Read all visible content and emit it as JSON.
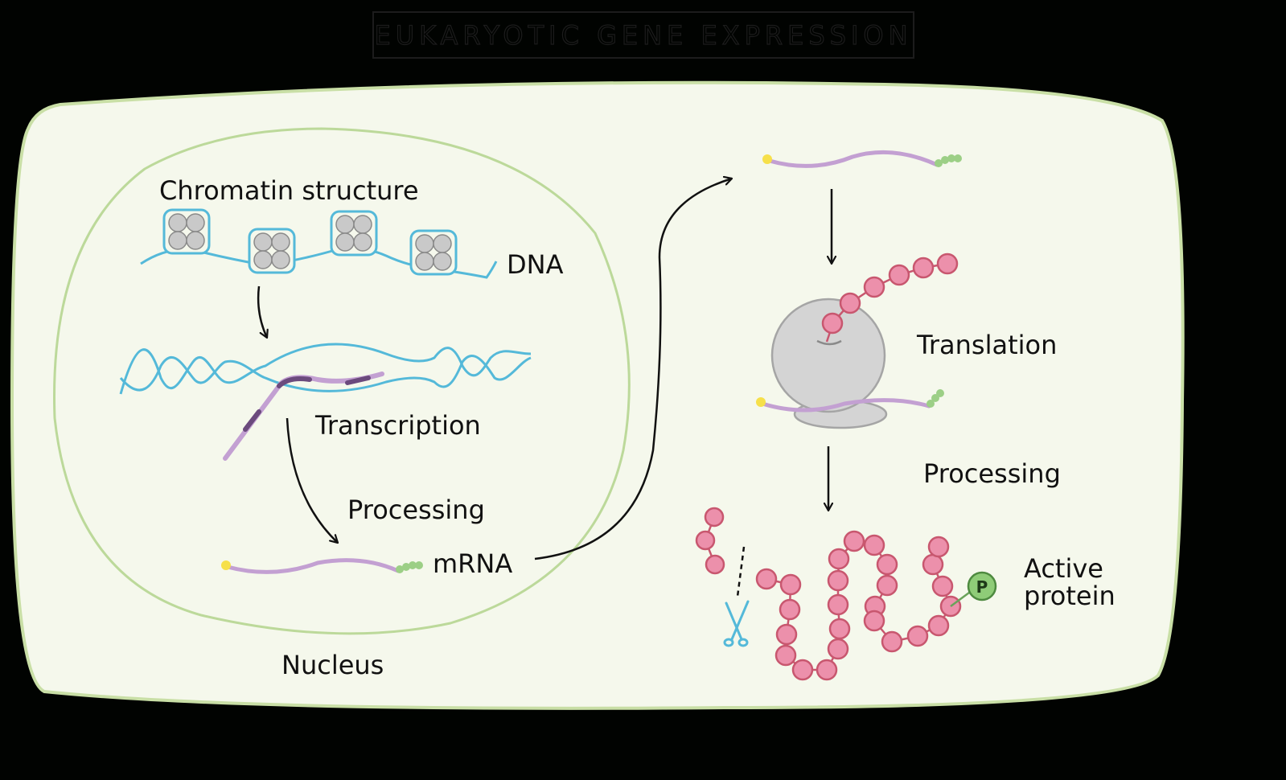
{
  "title": "EUKARYOTIC GENE EXPRESSION",
  "labels": {
    "chromatin_structure": "Chromatin structure",
    "dna": "DNA",
    "transcription": "Transcription",
    "processing_nucleus": "Processing",
    "mrna": "mRNA",
    "nucleus": "Nucleus",
    "translation": "Translation",
    "processing_cytoplasm": "Processing",
    "active_protein_line1": "Active",
    "active_protein_line2": "protein",
    "phosphate": "P"
  },
  "colors": {
    "background": "#010301",
    "cell_fill": "#f5f8ec",
    "cell_border": "#c9dfa6",
    "nucleus_border": "#bcd99a",
    "dna": "#54b9d9",
    "histone": "#c9c9c9",
    "mrna": "#c3a0d2",
    "mrna_dark": "#6b4a7d",
    "cap": "#f6e04a",
    "poly_a_tail": "#9ccf86",
    "amino_acid": "#ec90ab",
    "amino_acid_border": "#c8576f",
    "ribosome": "#d4d4d4",
    "phosphate": "#8fcc78",
    "scissors": "#54b9d9"
  },
  "icons": [
    "histone-icon",
    "ribosome-icon",
    "scissors-icon",
    "phosphate-icon"
  ]
}
